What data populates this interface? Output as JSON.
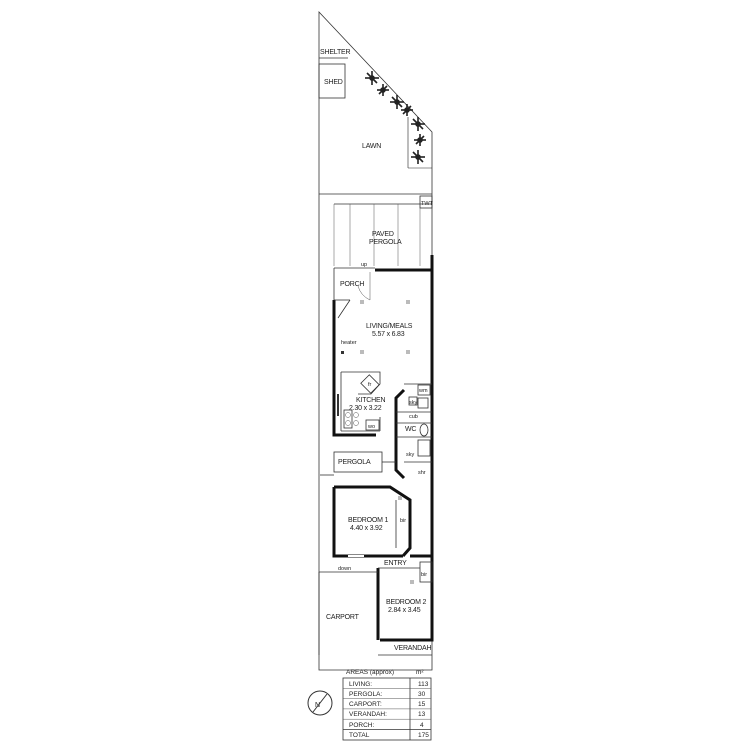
{
  "rooms": {
    "shelter": "SHELTER",
    "shed": "SHED",
    "lawn": "LAWN",
    "twt": "TWT",
    "paved_pergola_1": "PAVED",
    "paved_pergola_2": "PERGOLA",
    "up": "up",
    "porch": "PORCH",
    "living_name": "LIVING/MEALS",
    "living_dim": "5.57 x 6.83",
    "heater": "heater",
    "fr": "fr",
    "kitchen_name": "KITCHEN",
    "kitchen_dim": "2.30 x 3.22",
    "wo": "wo",
    "wm": "wm",
    "sky1": "sky",
    "cub": "cub",
    "wc": "WC",
    "sky2": "sky",
    "shr": "shr",
    "pergola": "PERGOLA",
    "bed1_name": "BEDROOM 1",
    "bed1_dim": "4.40 x 3.92",
    "bir1": "bir",
    "down": "down",
    "entry": "ENTRY",
    "bir2": "bir",
    "bed2_name": "BEDROOM 2",
    "bed2_dim": "2.84 x 3.45",
    "carport": "CARPORT",
    "verandah": "VERANDAH"
  },
  "areas": {
    "title": "AREAS (approx)",
    "unit": "m²",
    "rows": [
      {
        "label": "LIVING:",
        "value": "113"
      },
      {
        "label": "PERGOLA:",
        "value": "30"
      },
      {
        "label": "CARPORT:",
        "value": "15"
      },
      {
        "label": "VERANDAH:",
        "value": "13"
      },
      {
        "label": "PORCH:",
        "value": "4"
      },
      {
        "label": "TOTAL",
        "value": "175"
      }
    ]
  },
  "compass": {
    "letter": "N"
  }
}
